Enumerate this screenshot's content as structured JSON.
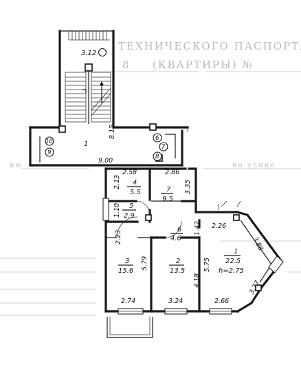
{
  "background_text": {
    "title_line": "ТЕХНИЧЕСКОГО ПАСПОРТА ЖИЛОГО ПОМЕЩЕНИЯ",
    "subtitle_line": "(КВАРТИРЫ) №",
    "apartment_number": "8",
    "mid_fragment": "по улице",
    "left_fragment": "ию"
  },
  "stair": {
    "label": "3.12"
  },
  "corridor": {
    "number": "1",
    "width": "8.15",
    "length": "9.00"
  },
  "rooms": [
    {
      "number": "4",
      "area": "5.5"
    },
    {
      "number": "7",
      "area": "9.5"
    },
    {
      "number": "5",
      "area": "2.9"
    },
    {
      "number": "6",
      "area": "4.6"
    },
    {
      "number": "3",
      "area": "15.6"
    },
    {
      "number": "2",
      "area": "13.5"
    },
    {
      "number": "1",
      "area": "22.5",
      "height": "h=2.75"
    }
  ],
  "dimensions": [
    "2.58",
    "2.86",
    "2.13",
    "3.35",
    "1.10",
    "1.42",
    "2.26",
    "3.88",
    "2.23",
    "5.79",
    "5.75",
    "4.18",
    "3.77",
    "2.74",
    "3.24",
    "2.66"
  ],
  "axis_markers": [
    "6",
    "7",
    "8",
    "10",
    "9"
  ]
}
